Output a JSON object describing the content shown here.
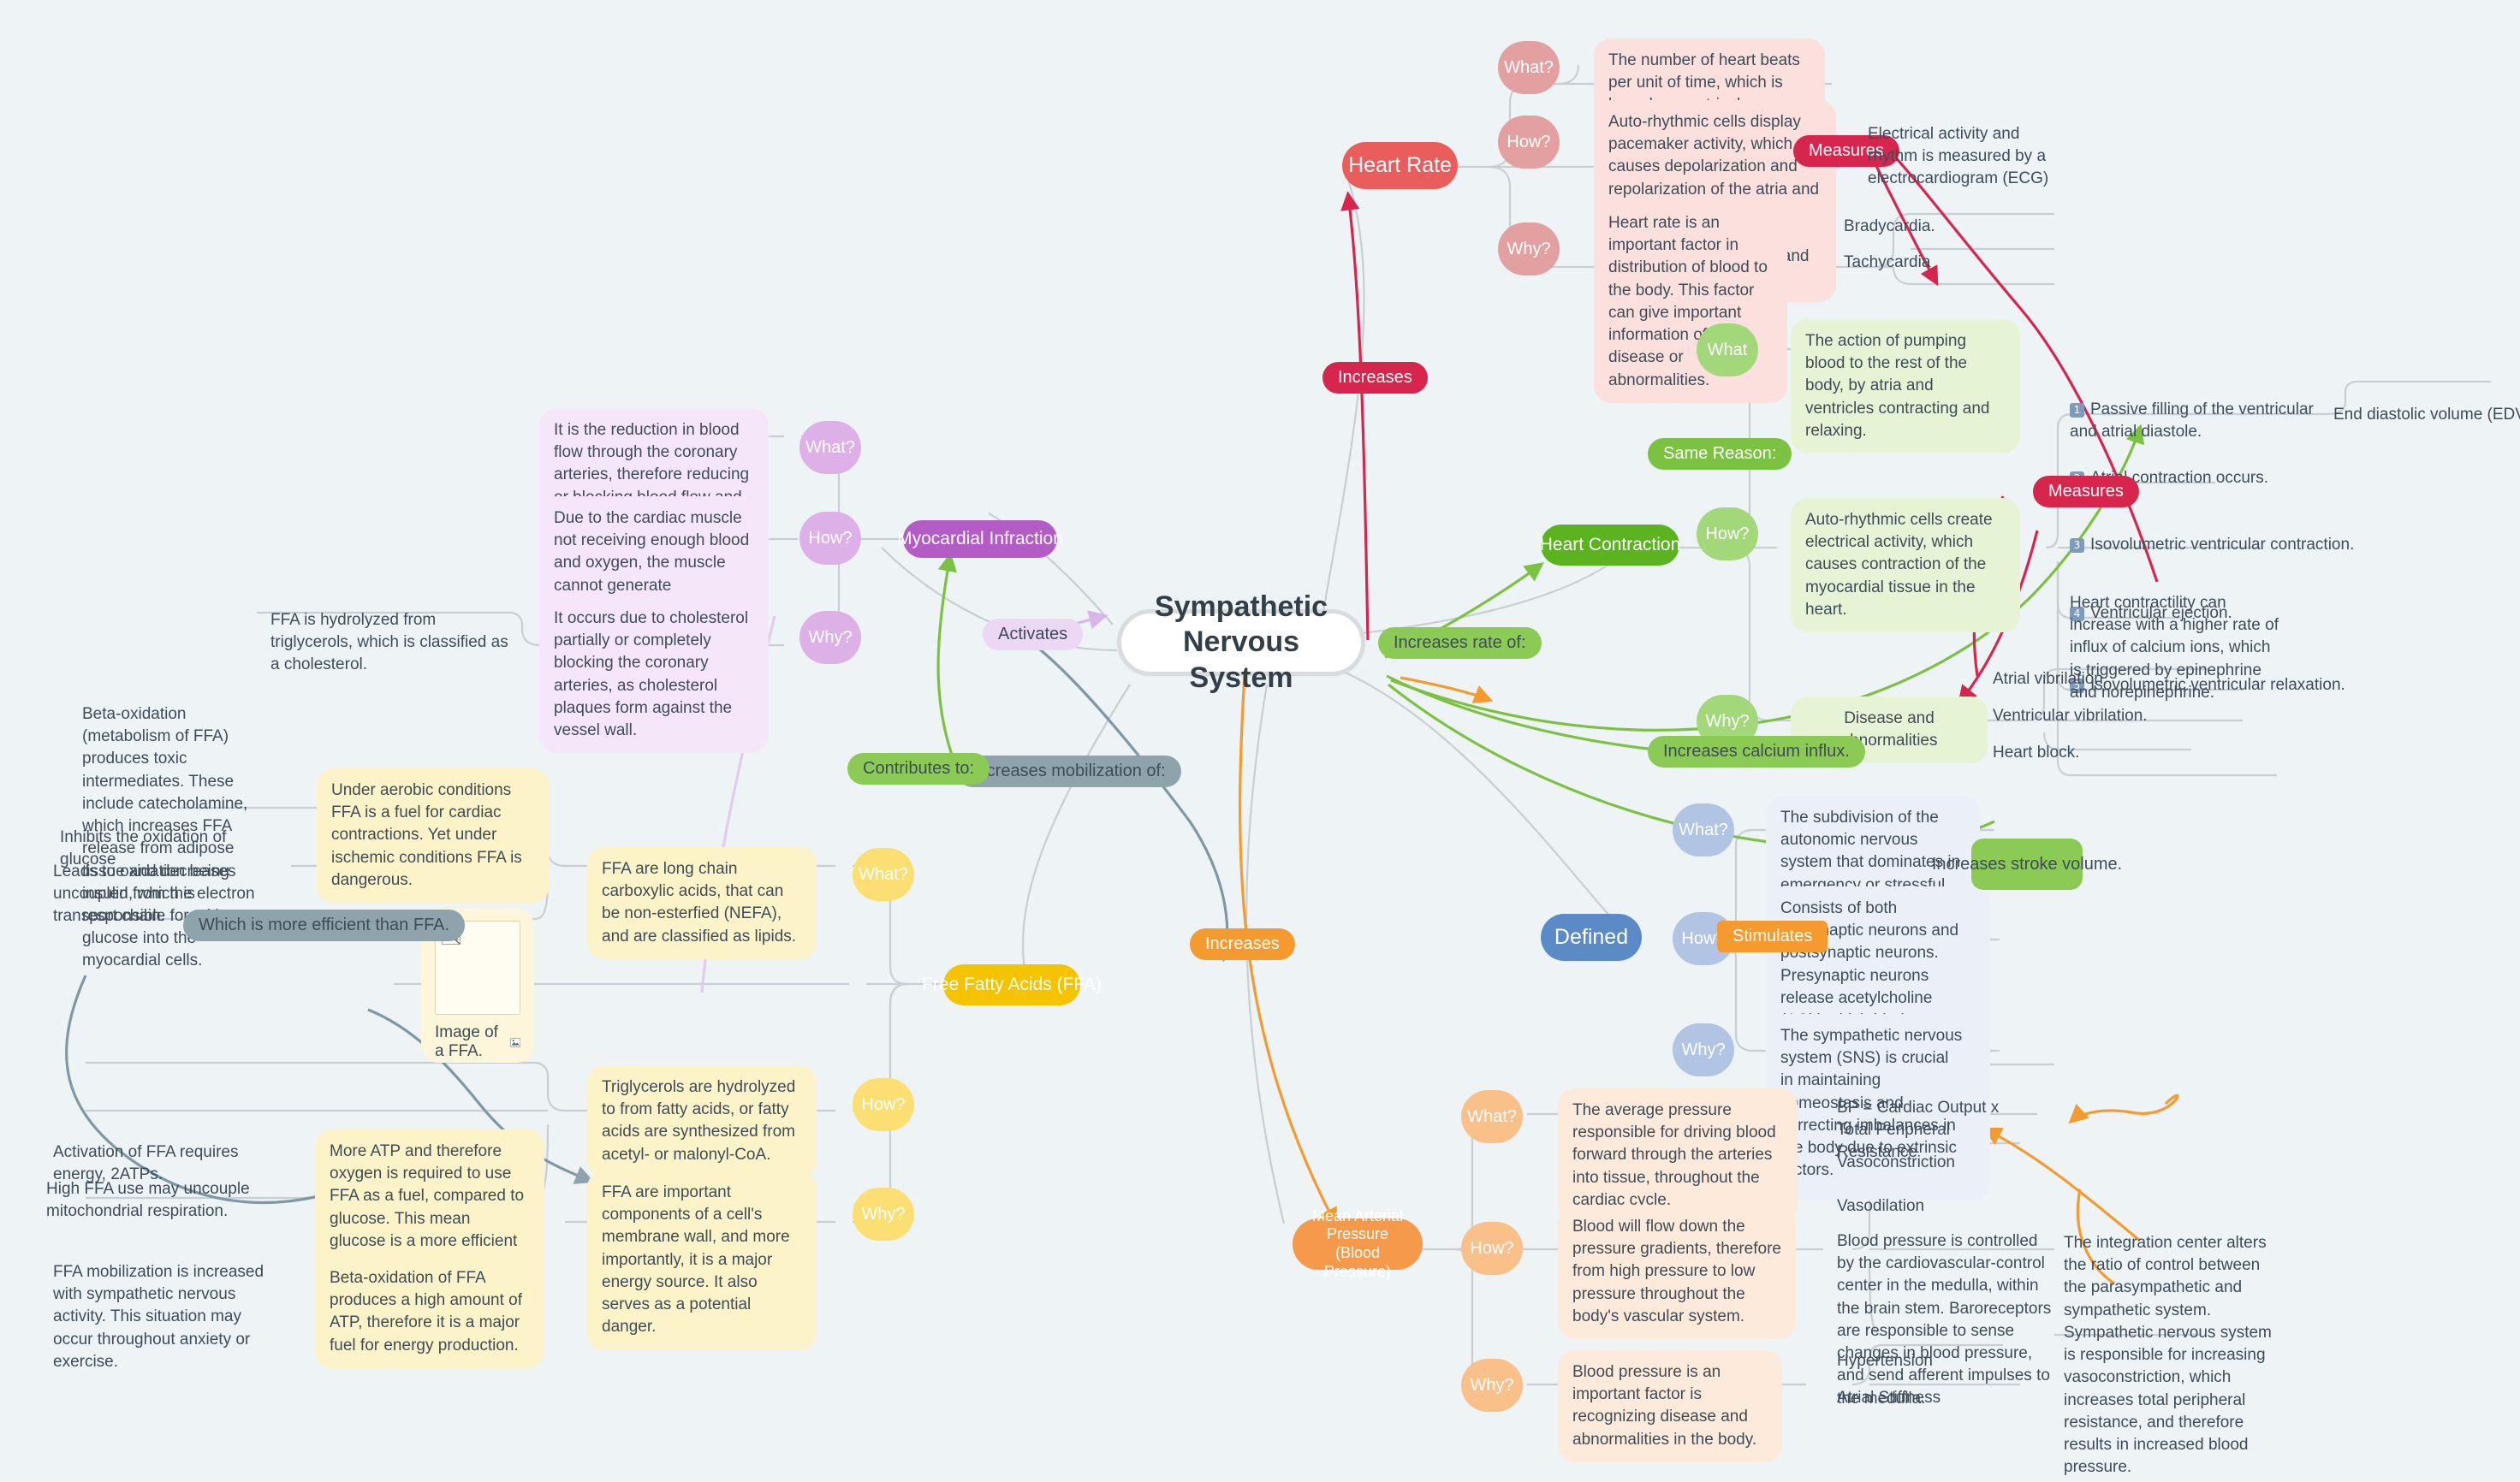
{
  "map": {
    "background": "#eef3f6",
    "central": {
      "title": "Sympathetic Nervous System"
    }
  },
  "colors": {
    "heart_rate": "#ea5d5d",
    "heart_rate_soft": "#e2a0a0",
    "heart_rate_card": "#fbe0dd",
    "measures_red": "#d6264d",
    "heart_contraction": "#5cb320",
    "heart_contraction_soft": "#a2d77a",
    "heart_contraction_card": "#e7f3d5",
    "green_label": "#8bcb55",
    "defined_blue": "#5b8ac6",
    "defined_blue_soft": "#b1c4e4",
    "defined_card": "#eaeff8",
    "map_pressure": "#f59a4b",
    "map_pressure_soft": "#f9c08a",
    "map_pressure_card": "#fdeada",
    "ffa_yellow": "#f5c300",
    "ffa_soft": "#fbdf73",
    "ffa_card": "#fdf3c8",
    "myocardial_purple": "#b45cc6",
    "myocardial_soft": "#ddb0e8",
    "myocardial_card": "#f6e6fa",
    "slate_chip": "#8fa3ad",
    "orange_chip": "#f59a2e"
  },
  "central_node": {
    "label": "Sympathetic Nervous System"
  },
  "relation_labels": [
    {
      "id": "increases-hr",
      "label": "Increases",
      "color": "#d6264d",
      "text_color": "#ffffff"
    },
    {
      "id": "increases-rate",
      "label": "Increases rate of:",
      "color": "#8bcb55",
      "text_color": "#3e4c59"
    },
    {
      "id": "activates",
      "label": "Activates",
      "color": "#ecd7f4",
      "text_color": "#3e4c59"
    },
    {
      "id": "contributes",
      "label": "Contributes to:",
      "color": "#8bcb55",
      "text_color": "#3e4c59"
    },
    {
      "id": "mobilization",
      "label": "Increases mobilization of:",
      "color": "#8fa3ad",
      "text_color": "#3e4c59"
    },
    {
      "id": "increases-map",
      "label": "Increases",
      "color": "#f59a2e",
      "text_color": "#ffffff"
    },
    {
      "id": "measures-hr",
      "label": "Measures",
      "color": "#d6264d",
      "text_color": "#ffffff"
    },
    {
      "id": "measures-hc",
      "label": "Measures",
      "color": "#d6264d",
      "text_color": "#ffffff"
    },
    {
      "id": "same-reason",
      "label": "Same Reason:",
      "color": "#7cc242",
      "text_color": "#ffffff"
    },
    {
      "id": "calcium",
      "label": "Increases calcium influx.",
      "color": "#8bcb55",
      "text_color": "#3e4c59"
    },
    {
      "id": "stroke-volume",
      "label": "Increases stroke volume.",
      "color": "#8bcb55",
      "text_color": "#3e4c59"
    },
    {
      "id": "stimulates",
      "label": "Stimulates",
      "color": "#f59a2e",
      "text_color": "#ffffff"
    },
    {
      "id": "efficient",
      "label": "Which is more efficient than FFA.",
      "color": "#8fa3ad",
      "text_color": "#3e4c59"
    }
  ],
  "branches": {
    "heart_rate": {
      "title": "Heart Rate",
      "questions": [
        {
          "q": "What?",
          "answer": "The number of heart beats per unit of time, which is based on ventricular contraction."
        },
        {
          "q": "How?",
          "answer": "Auto-rhythmic cells display pacemaker activity, which causes depolarization and repolarization of the atria and ventricles. this electrical activity leads to the contractions of the atria and ventricles."
        },
        {
          "q": "Why?",
          "answer": "Heart rate is an important factor in distribution of blood to the body. This factor can give important information of heart disease or abnormalities."
        }
      ],
      "sub_items": [
        "Electrical activity and rhythm is measured by a electrocardiogram (ECG)",
        "Bradycardia.",
        "Tachycardia"
      ]
    },
    "heart_contraction": {
      "title": "Heart Contraction",
      "questions": [
        {
          "q": "What",
          "answer": "The action of pumping blood to the rest of the body, by atria and ventricles contracting and relaxing."
        },
        {
          "q": "How?",
          "answer": "Auto-rhythmic cells create electrical activity, which causes contraction of the myocardial tissue in the heart."
        },
        {
          "q": "Why?",
          "answer": "Disease and abnormalities"
        }
      ],
      "steps": [
        {
          "n": "1",
          "text": "Passive filling of the ventricular and atrial diastole."
        },
        {
          "n": "2",
          "text": "Atrial contraction occurs."
        },
        {
          "n": "3",
          "text": "Isovolumetric ventricular contraction."
        },
        {
          "n": "4",
          "text": "Ventricular ejection."
        },
        {
          "n": "5",
          "text": "Isovolumetric ventricular relaxation."
        }
      ],
      "contractility_note": "Heart contractility can increase with a higher rate of influx of calcium ions, which is triggered by epinephrine and norepinephrine.",
      "edv": "End diastolic volume (EDV)",
      "abnormalities": [
        "Atrial vibrilation.",
        "Ventricular vibrilation.",
        "Heart block."
      ]
    },
    "defined": {
      "title": "Defined",
      "questions": [
        {
          "q": "What?",
          "answer": "The subdivision of the autonomic nervous system that dominates in emergency or stressful situations, and prepares the body for strenuous physical activity."
        },
        {
          "q": "How?",
          "answer": "Consists of both presynaptic neurons and postsynaptic neurons. Presynaptic neurons release acetylcholine (ACh) which binds to nicotinic ACh, allowing postsynaptic fibers to be stimulated and release epinephrine or norepinephrine, which affects the target organs or tissues."
        },
        {
          "q": "Why?",
          "answer": "The sympathetic nervous system (SNS) is crucial in maintaining homeostasis and correcting imbalances in the body due to extrinsic factors."
        }
      ]
    },
    "mean_arterial_pressure": {
      "title": "Mean Arterial Pressure (Blood Pressure)",
      "questions": [
        {
          "q": "What?",
          "answer": "The average pressure responsible for driving blood forward through the arteries into tissue, throughout the cardiac cycle."
        },
        {
          "q": "How?",
          "answer": "Blood will flow down the pressure gradients, therefore from high pressure to low pressure throughout the body's vascular system."
        },
        {
          "q": "Why?",
          "answer": "Blood pressure is an important factor is recognizing disease and abnormalities in the body."
        }
      ],
      "sub_items": [
        "BP = Cardiac Output x Total Peripheral Resistance",
        "Vasoconstriction",
        "Vasodilation",
        "Blood pressure is controlled by the cardiovascular-control center in the medulla, within the brain stem. Baroreceptors are responsible to sense changes in blood pressure, and send afferent impulses to the medulla.",
        "Hypertension",
        "Atrial Stiffness"
      ],
      "integration_note": "The integration center alters the ratio of control between the parasympathetic and sympathetic system. Sympathetic nervous system is responsible for increasing vasoconstriction, which increases total peripheral resistance, and therefore results in increased blood pressure."
    },
    "free_fatty_acids": {
      "title": "Free Fatty Acids (FFA)",
      "questions": [
        {
          "q": "What?",
          "answer": "FFA are long chain carboxylic acids, that can be non-esterfied (NEFA), and are classified as lipids."
        },
        {
          "q": "How?",
          "answer": "Triglycerols are hydrolyzed to from fatty acids, or fatty acids are synthesized from acetyl- or malonyl-CoA."
        },
        {
          "q": "Why?",
          "answer": "FFA are important components of a cell's membrane wall, and more importantly, it is a major energy source. It also serves as a potential danger."
        }
      ],
      "notes": {
        "aerobic": "Under aerobic conditions FFA is a fuel for cardiac contractions. Yet under ischemic conditions FFA is dangerous.",
        "beta_oxidation_toxic": "Beta-oxidation (metabolism of FFA) produces toxic intermediates. These include catecholamine, which increases FFA release from adipose tissue and decreases insulin, which is responsible for taking up glucose into the myocardial cells.",
        "inhibits": "Inhibits the oxidation of glucose",
        "uncoupled": "Leads to oxidation being uncoupled from the electron transport chain.",
        "more_atp": "More ATP and therefore oxygen is required to use FFA as a fuel, compared to glucose. This mean glucose is a more efficient fuel per oxygen molecule than FFA.",
        "beta_oxidation_atp": "Beta-oxidation of FFA produces a high amount of ATP, therefore it is a major fuel for energy production.",
        "activation": "Activation of FFA requires energy, 2ATPs.",
        "high_ffa": "High FFA use may uncouple mitochondrial respiration.",
        "mobilization": "FFA mobilization is increased with sympathetic nervous activity. This situation may occur throughout anxiety or exercise."
      },
      "image_card": {
        "caption": "Image of a FFA.",
        "icon": "broken-image-icon"
      }
    },
    "myocardial_infraction": {
      "title": "Myocardial Infraction",
      "questions": [
        {
          "q": "What?",
          "answer": "It is the reduction in blood flow through the coronary arteries, therefore reducing or blocking blood flow and consequently the amount of oxygen the heart receives."
        },
        {
          "q": "How?",
          "answer": "Due to the cardiac muscle not receiving enough blood and oxygen, the muscle cannot generate contraction as ATP is not available, and a heart attack occurs."
        },
        {
          "q": "Why?",
          "answer": "It occurs due to cholesterol partially or completely blocking the coronary arteries, as cholesterol plaques form against the vessel wall."
        }
      ],
      "note": "FFA is hydrolyzed from triglycerols, which is classified as a cholesterol."
    }
  }
}
